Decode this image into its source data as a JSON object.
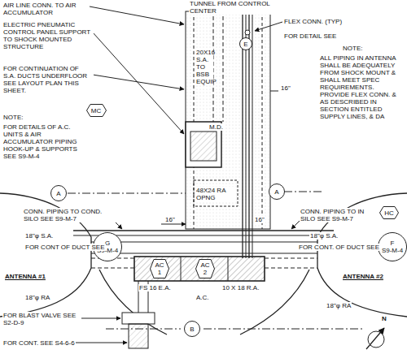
{
  "diagram": {
    "nodes": [
      {
        "text": [
          "E"
        ]
      },
      {
        "text": [
          "MC"
        ]
      },
      {
        "text": [
          "A"
        ]
      },
      {
        "text": [
          "A"
        ]
      },
      {
        "text": [
          "HC"
        ]
      },
      {
        "text": [
          "G",
          "S9-M-4"
        ]
      },
      {
        "text": [
          "F",
          "S9-M-4"
        ]
      },
      {
        "text": [
          "AC",
          "1"
        ]
      },
      {
        "text": [
          "AC",
          "2"
        ]
      },
      {
        "text": [
          "B"
        ]
      }
    ],
    "labels": [
      "AIR LINE CONN. TO AIR ACCUMULATOR",
      "ELECTRIC PNEUMATIC CONTROL PANEL SUPPORT TO SHOCK MOUNTED STRUCTURE",
      "FOR CONTINUATION OF S.A. DUCTS UNDERFLOOR SEE LAYOUT PLAN THIS SHEET.",
      "NOTE:",
      "FOR DETAILS OF A.C. UNITS & AIR ACCUMULATOR PIPING HOOK-UP & SUPPORTS SEE S9-M-4",
      "TUNNEL FROM CONTROL CENTER",
      "FLEX CONN. (TYP)",
      "FOR DETAIL SEE",
      "NOTE:",
      "ALL PIPING IN ANTENNA SHALL BE ADEQUATELY FROM SHOCK MOUNT & SHALL MEET SPEC REQUIREMENTS. PROVIDE FLEX CONN. & AS DESCRIBED IN SECTION ENTITLED SUPPLY LINES, & DA",
      "20X16 S.A. TO BSB EQUIP",
      "48X24 RA OPNG",
      "M.D.",
      "CONN. PIPING TO COND. SILO SEE S9-M-7",
      "CONN. PIPING TO IN SILO SEE S9-M-7",
      "18\"φ S.A.",
      "FOR CONT OF DUCT SEE",
      "18\"φ S.A.",
      "FOR CONT. OF DUCT SEE",
      "ANTENNA #1",
      "ANTENNA #2",
      "18\"φ RA",
      "18\"φ RA",
      "FOR BLAST VALVE SEE S2-D-9",
      "FOR CONT. SEE S4-6-6",
      "FS 16 E.A.",
      "10 X 18 R.A.",
      "A.C.",
      "16\"",
      "16\"",
      "N",
      "16\""
    ]
  }
}
